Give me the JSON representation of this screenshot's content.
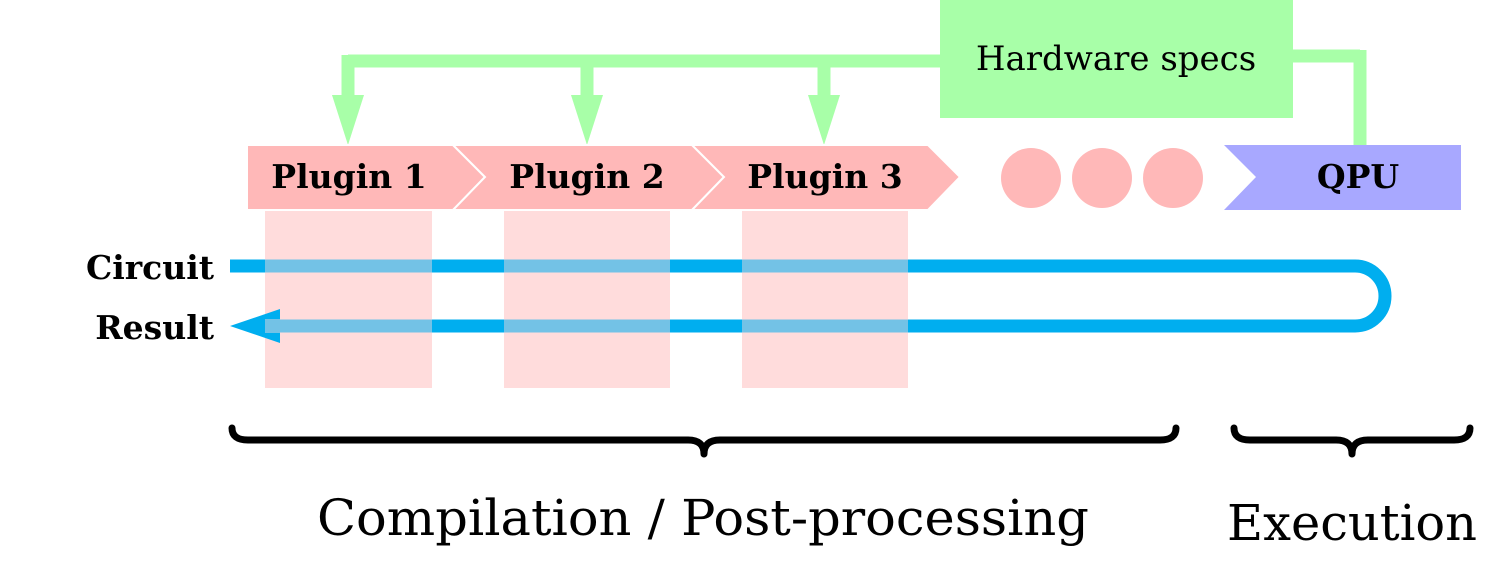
{
  "hardware_specs": {
    "label": "Hardware specs"
  },
  "plugins": [
    {
      "label": "Plugin 1"
    },
    {
      "label": "Plugin 2"
    },
    {
      "label": "Plugin 3"
    }
  ],
  "qpu": {
    "label": "QPU"
  },
  "flow": {
    "circuit_label": "Circuit",
    "result_label": "Result"
  },
  "braces": {
    "compilation_label": "Compilation / Post-processing",
    "execution_label": "Execution"
  },
  "colors": {
    "plugin": "#ffb8b8",
    "plugin_light": "#ffdcdc",
    "hardware": "#a8ffa8",
    "qpu": "#a8a8ff",
    "flow_line": "#00aeef",
    "brace": "#000000"
  }
}
